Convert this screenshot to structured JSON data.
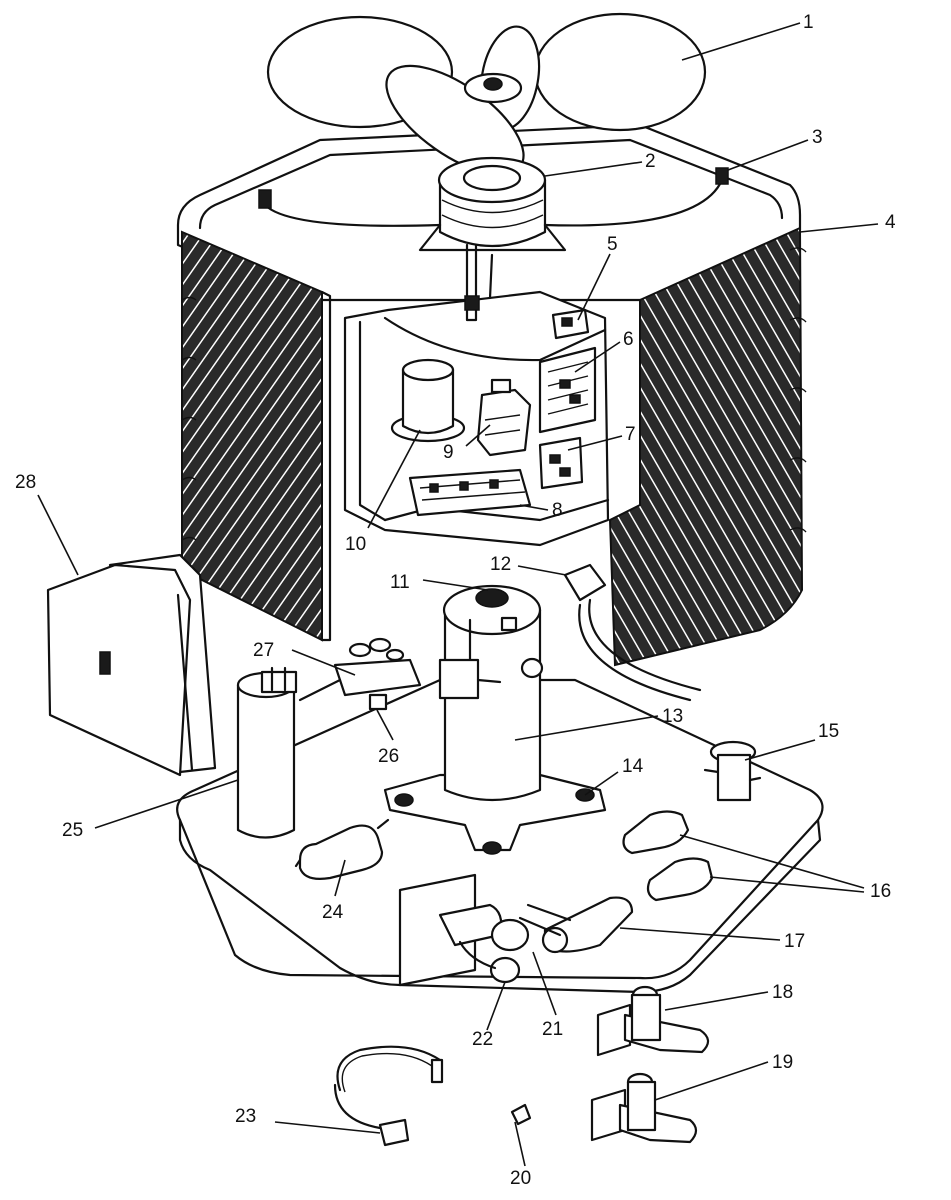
{
  "callouts": [
    {
      "id": "1",
      "label": "1"
    },
    {
      "id": "2",
      "label": "2"
    },
    {
      "id": "3",
      "label": "3"
    },
    {
      "id": "4",
      "label": "4"
    },
    {
      "id": "5",
      "label": "5"
    },
    {
      "id": "6",
      "label": "6"
    },
    {
      "id": "7",
      "label": "7"
    },
    {
      "id": "8",
      "label": "8"
    },
    {
      "id": "9",
      "label": "9"
    },
    {
      "id": "10",
      "label": "10"
    },
    {
      "id": "11",
      "label": "11"
    },
    {
      "id": "12",
      "label": "12"
    },
    {
      "id": "13",
      "label": "13"
    },
    {
      "id": "14",
      "label": "14"
    },
    {
      "id": "15",
      "label": "15"
    },
    {
      "id": "16",
      "label": "16"
    },
    {
      "id": "17",
      "label": "17"
    },
    {
      "id": "18",
      "label": "18"
    },
    {
      "id": "19",
      "label": "19"
    },
    {
      "id": "20",
      "label": "20"
    },
    {
      "id": "21",
      "label": "21"
    },
    {
      "id": "22",
      "label": "22"
    },
    {
      "id": "23",
      "label": "23"
    },
    {
      "id": "24",
      "label": "24"
    },
    {
      "id": "25",
      "label": "25"
    },
    {
      "id": "26",
      "label": "26"
    },
    {
      "id": "27",
      "label": "27"
    },
    {
      "id": "28",
      "label": "28"
    }
  ],
  "colors": {
    "ink": "#111111",
    "paper": "#ffffff"
  }
}
